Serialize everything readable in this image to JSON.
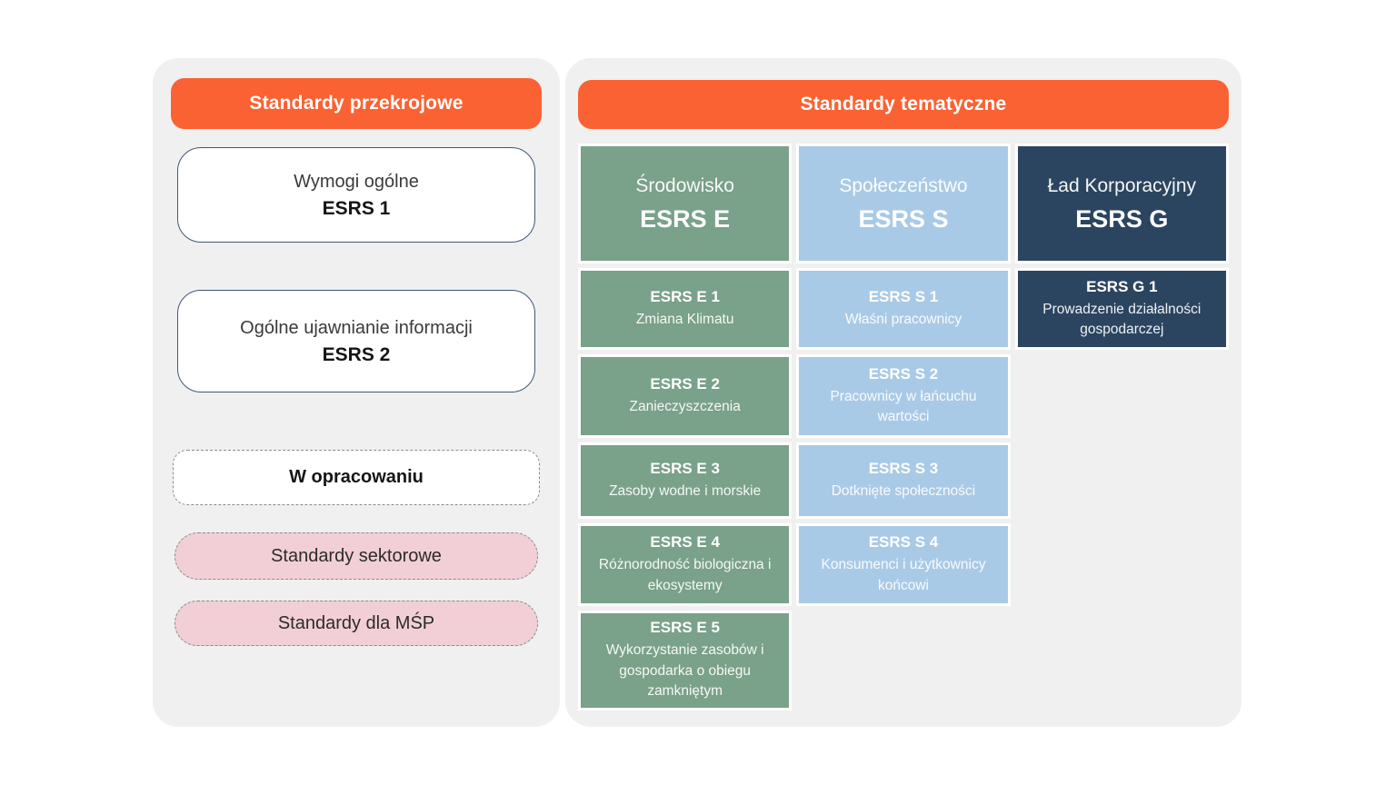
{
  "left_panel": {
    "header": "Standardy przekrojowe",
    "boxes": [
      {
        "title": "Wymogi ogólne",
        "code": "ESRS 1"
      },
      {
        "title": "Ogólne ujawnianie informacji",
        "code": "ESRS 2"
      }
    ],
    "in_development_label": "W opracowaniu",
    "pills": [
      {
        "label": "Standardy sektorowe"
      },
      {
        "label": "Standardy dla MŚP"
      }
    ]
  },
  "right_panel": {
    "header": "Standardy tematyczne",
    "columns": [
      {
        "title": "Środowisko",
        "code": "ESRS E",
        "color": "#7AA189",
        "items": [
          {
            "code": "ESRS E 1",
            "label": "Zmiana Klimatu"
          },
          {
            "code": "ESRS E 2",
            "label": "Zanieczyszczenia"
          },
          {
            "code": "ESRS E 3",
            "label": "Zasoby wodne i morskie"
          },
          {
            "code": "ESRS E 4",
            "label": "Różnorodność biologiczna i ekosystemy"
          },
          {
            "code": "ESRS E 5",
            "label": "Wykorzystanie zasobów i gospodarka o obiegu zamkniętym"
          }
        ]
      },
      {
        "title": "Społeczeństwo",
        "code": "ESRS S",
        "color": "#A9CAE6",
        "items": [
          {
            "code": "ESRS S 1",
            "label": "Właśni pracownicy"
          },
          {
            "code": "ESRS S 2",
            "label": "Pracownicy w łańcuchu wartości"
          },
          {
            "code": "ESRS S 3",
            "label": "Dotknięte społeczności"
          },
          {
            "code": "ESRS S 4",
            "label": "Konsumenci i użytkownicy końcowi"
          }
        ]
      },
      {
        "title": "Ład Korporacyjny",
        "code": "ESRS G",
        "color": "#2B4560",
        "items": [
          {
            "code": "ESRS G 1",
            "label": "Prowadzenie działalności gospodarczej"
          }
        ]
      }
    ]
  },
  "colors": {
    "accent_orange": "#FA6233",
    "environment_green": "#7AA189",
    "social_blue": "#A9CAE6",
    "governance_navy": "#2B4560",
    "sector_pink": "#F2CFD6",
    "panel_gray": "#F0F0F0",
    "box_border_blue": "#3F5877"
  }
}
